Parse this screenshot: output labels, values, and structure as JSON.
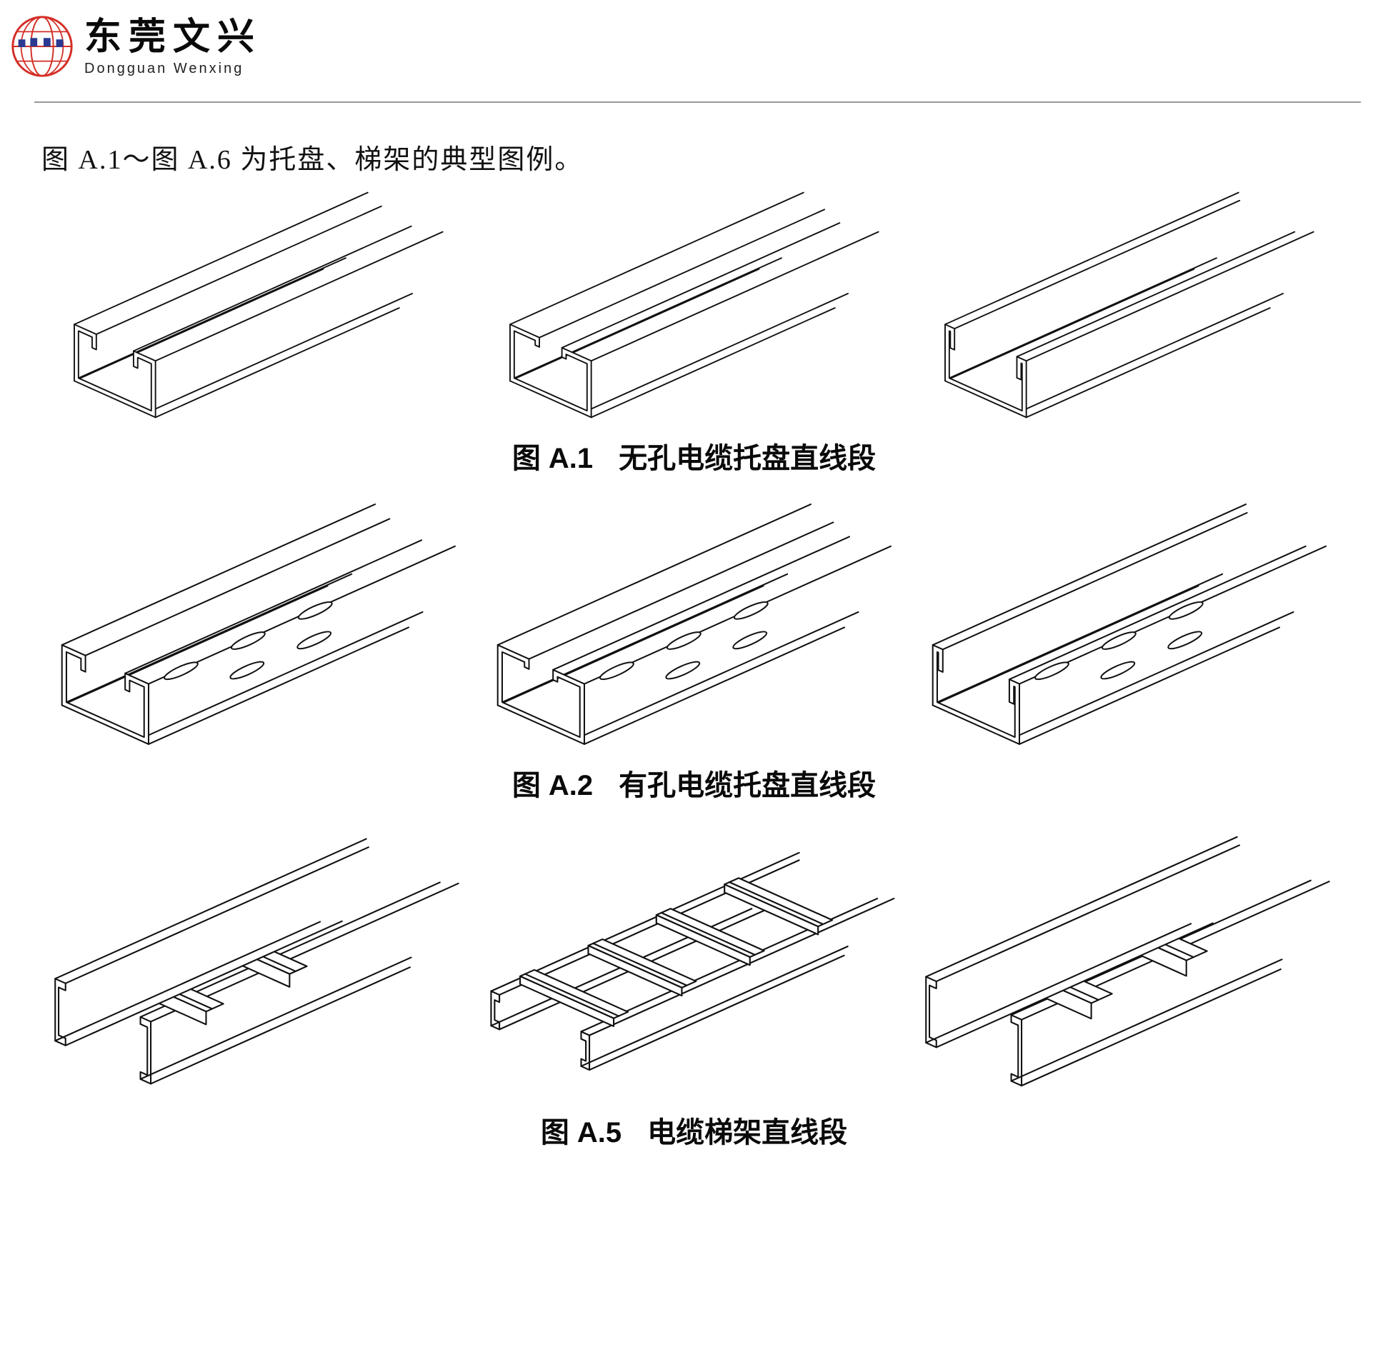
{
  "logo": {
    "name_cn": "东莞文兴",
    "name_en": "Dongguan  Wenxing",
    "globe_red": "#d42e26",
    "glyph_blue": "#2b3990"
  },
  "page": {
    "intro_text": "图 A.1～图 A.6 为托盘、梯架的典型图例。"
  },
  "figures": [
    {
      "label": "图 A.1",
      "title": "无孔电缆托盘直线段"
    },
    {
      "label": "图 A.2",
      "title": "有孔电缆托盘直线段"
    },
    {
      "label": "图 A.5",
      "title": "电缆梯架直线段"
    }
  ]
}
